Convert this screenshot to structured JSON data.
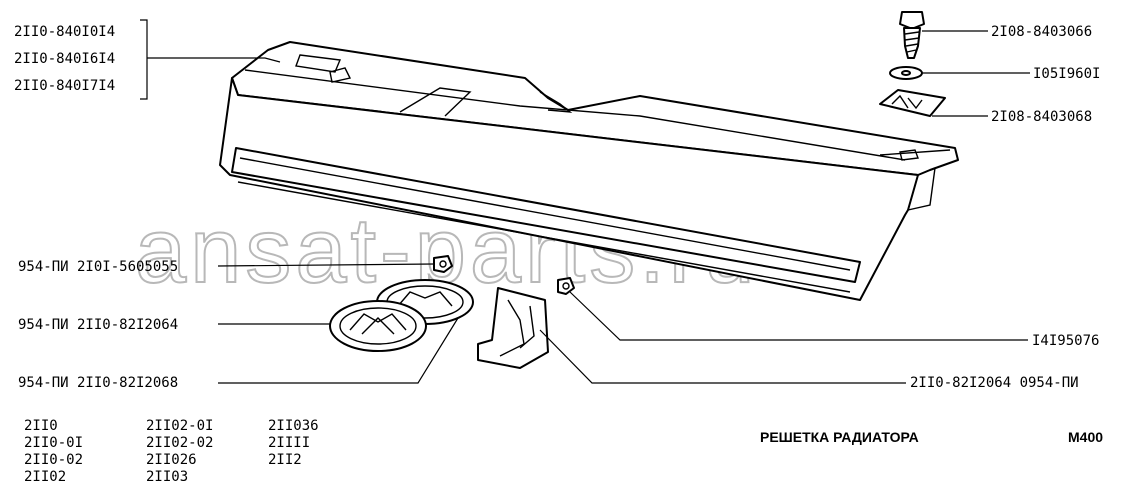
{
  "watermark": "ansat-parts.ru",
  "title": "РЕШЕТКА РАДИАТОРА",
  "code": "M400",
  "bracket_labels": [
    "2II0-840I0I4",
    "2II0-840I6I4",
    "2II0-840I7I4"
  ],
  "right_labels": [
    "2I08-8403066",
    "I05I960I",
    "2I08-8403068",
    "I4I95076",
    "2II0-82I2064 0954-ПИ"
  ],
  "left_labels": [
    "954-ПИ 2I0I-5605055",
    "954-ПИ 2II0-82I2064",
    "954-ПИ 2II0-82I2068"
  ],
  "models": [
    [
      "2II0",
      "2II0-0I",
      "2II0-02",
      "2II02"
    ],
    [
      "2II02-0I",
      "2II02-02",
      "2II026",
      "2II03"
    ],
    [
      "2II036",
      "2IIII",
      "2II2"
    ]
  ]
}
